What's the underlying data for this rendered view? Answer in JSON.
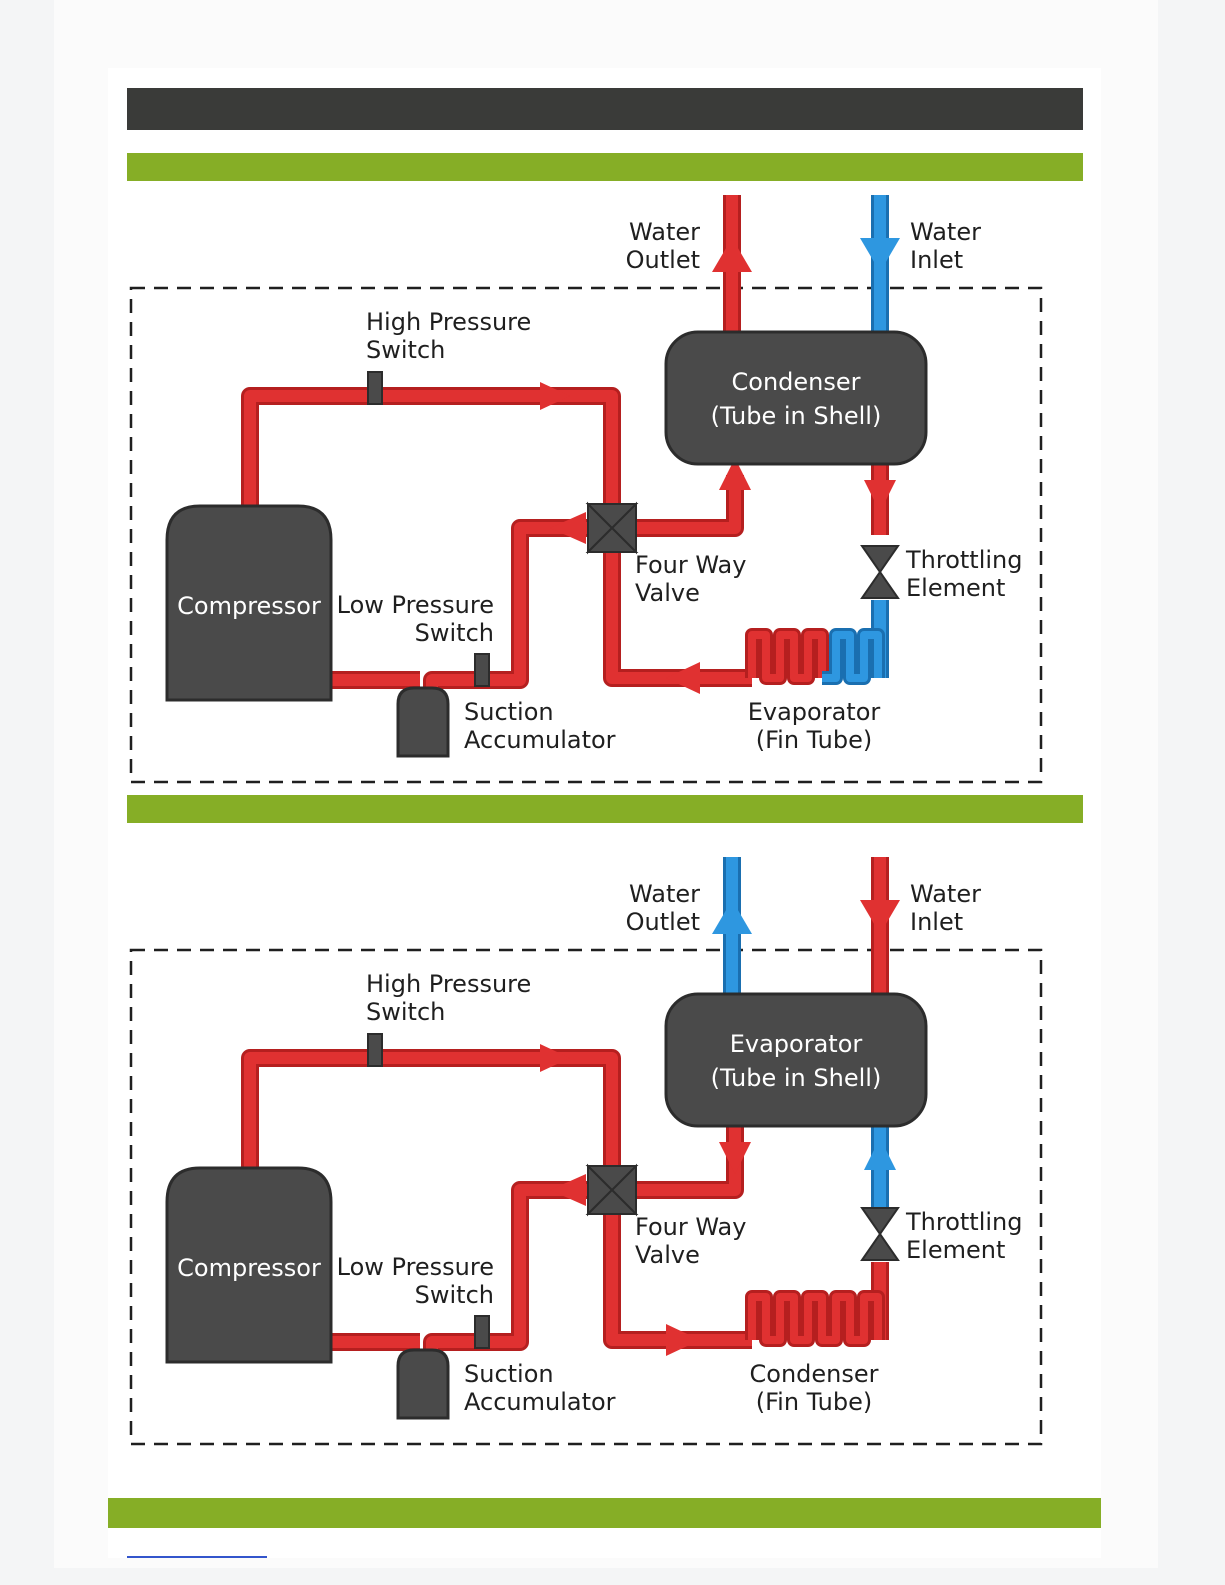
{
  "colors": {
    "hot_pipe": "#e03131",
    "hot_pipe_edge": "#b51f1f",
    "cold_pipe": "#2e97e0",
    "cold_pipe_edge": "#1a6fb0",
    "component": "#4a4a4a",
    "component_edge": "#2c2c2c",
    "title_bar": "#3a3b39",
    "section_bar": "#86ae26"
  },
  "icons": [
    "four-way-valve-icon",
    "throttling-valve-icon",
    "pressure-switch-icon"
  ],
  "diagram1": {
    "water_outlet": [
      "Water",
      "Outlet"
    ],
    "water_inlet": [
      "Water",
      "Inlet"
    ],
    "high_pressure_switch": [
      "High Pressure",
      "Switch"
    ],
    "low_pressure_switch": [
      "Low Pressure",
      "Switch"
    ],
    "compressor": "Compressor",
    "four_way_valve": [
      "Four Way",
      "Valve"
    ],
    "throttling_element": [
      "Throttling",
      "Element"
    ],
    "suction_accumulator": [
      "Suction",
      "Accumulator"
    ],
    "heat_exchanger_top": [
      "Condenser",
      "(Tube in Shell)"
    ],
    "heat_exchanger_bottom": [
      "Evaporator",
      "(Fin Tube)"
    ]
  },
  "diagram2": {
    "water_outlet": [
      "Water",
      "Outlet"
    ],
    "water_inlet": [
      "Water",
      "Inlet"
    ],
    "high_pressure_switch": [
      "High Pressure",
      "Switch"
    ],
    "low_pressure_switch": [
      "Low Pressure",
      "Switch"
    ],
    "compressor": "Compressor",
    "four_way_valve": [
      "Four Way",
      "Valve"
    ],
    "throttling_element": [
      "Throttling",
      "Element"
    ],
    "suction_accumulator": [
      "Suction",
      "Accumulator"
    ],
    "heat_exchanger_top": [
      "Evaporator",
      "(Tube in Shell)"
    ],
    "heat_exchanger_bottom": [
      "Condenser",
      "(Fin Tube)"
    ]
  }
}
